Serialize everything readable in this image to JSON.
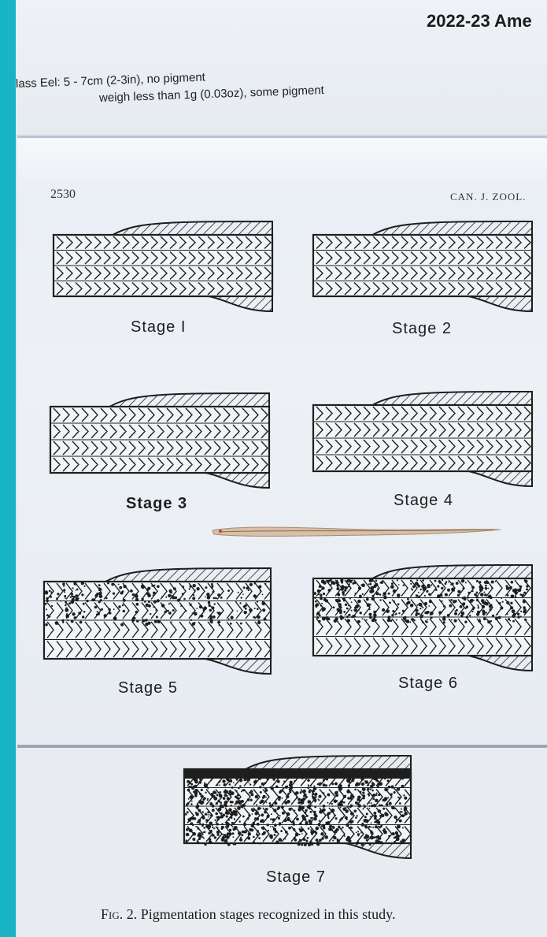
{
  "header": {
    "season": "2022-23 Ame",
    "line1": "lass Eel: 5 - 7cm (2-3in), no pigment",
    "line2": "weigh less than 1g (0.03oz), some pigment"
  },
  "figure": {
    "page_number": "2530",
    "journal": "CAN. J. ZOOL.",
    "stages": [
      {
        "label": "Stage I"
      },
      {
        "label": "Stage 2"
      },
      {
        "label": "Stage 3"
      },
      {
        "label": "Stage 4"
      },
      {
        "label": "Stage 5"
      },
      {
        "label": "Stage 6"
      },
      {
        "label": "Stage 7"
      }
    ],
    "caption_prefix": "Fig. 2.",
    "caption_text": " Pigmentation stages recognized in this study."
  },
  "colors": {
    "sidebar": "#19b3c8",
    "ink": "#1e1e1e",
    "paper": "#e9eef4",
    "eel": "#c9a98c"
  }
}
